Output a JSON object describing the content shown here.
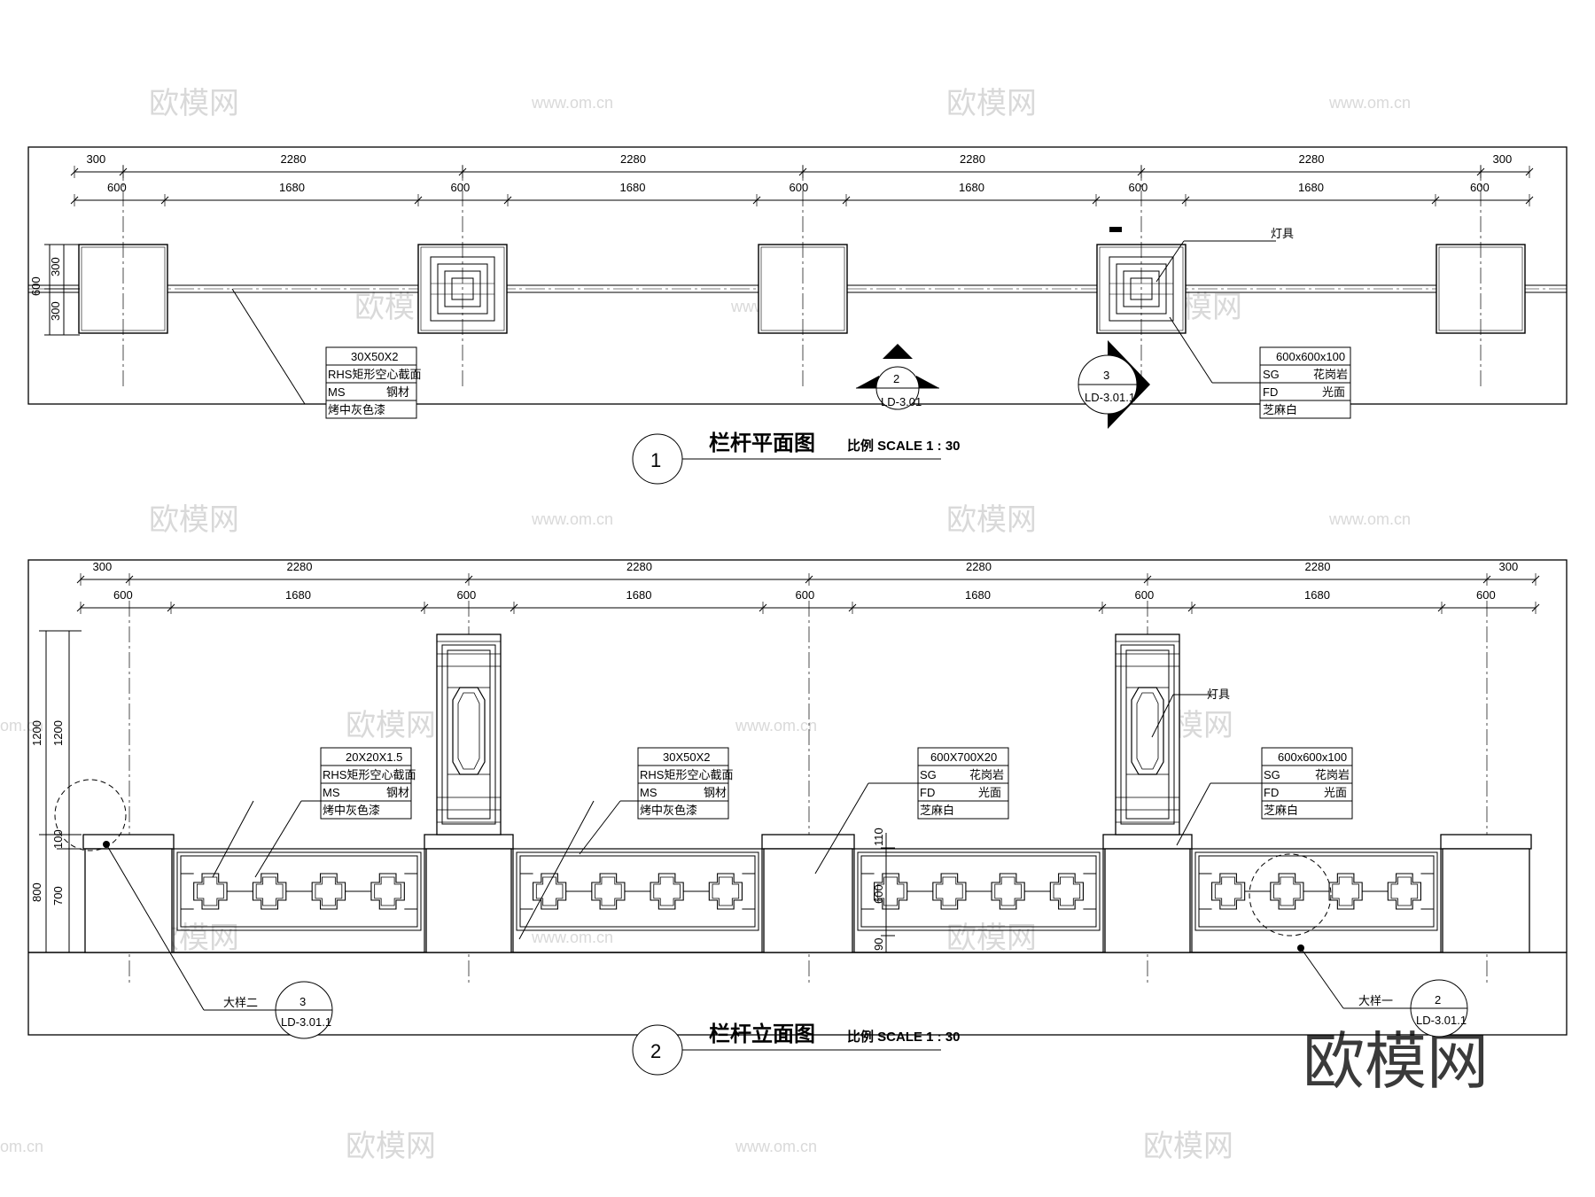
{
  "plan": {
    "dims_top": [
      "300",
      "2280",
      "2280",
      "2280",
      "2280",
      "300"
    ],
    "dims_sub": [
      "600",
      "1680",
      "600",
      "1680",
      "600",
      "1680",
      "600",
      "1680",
      "600"
    ],
    "dims_left": [
      "600",
      "300",
      "300"
    ],
    "title_num": "1",
    "title": "栏杆平面图",
    "scale": "比例 SCALE 1 : 30",
    "lamp": "灯具",
    "rail_tag": [
      "30X50X2",
      "RHS矩形空心截面",
      "MS",
      "钢材",
      "烤中灰色漆"
    ],
    "stone_tag": [
      "600x600x100",
      "SG",
      "花岗岩",
      "FD",
      "光面",
      "芝麻白"
    ],
    "sec_a": {
      "num": "2",
      "ref": "LD-3.01"
    },
    "sec_b": {
      "num": "3",
      "ref": "LD-3.01.1"
    }
  },
  "elev": {
    "dims_top": [
      "300",
      "2280",
      "2280",
      "2280",
      "2280",
      "300"
    ],
    "dims_sub": [
      "600",
      "1680",
      "600",
      "1680",
      "600",
      "1680",
      "600",
      "1680",
      "600"
    ],
    "dims_left": [
      "1200",
      "1200",
      "100",
      "800",
      "700"
    ],
    "dims_inner": [
      "110",
      "600",
      "90"
    ],
    "title_num": "2",
    "title": "栏杆立面图",
    "scale": "比例 SCALE 1 : 30",
    "lamp": "灯具",
    "tag1": [
      "20X20X1.5",
      "RHS矩形空心截面",
      "MS",
      "钢材",
      "烤中灰色漆"
    ],
    "tag2": [
      "30X50X2",
      "RHS矩形空心截面",
      "MS",
      "钢材",
      "烤中灰色漆"
    ],
    "tag3": [
      "600X700X20",
      "SG",
      "花岗岩",
      "FD",
      "光面",
      "芝麻白"
    ],
    "tag4": [
      "600x600x100",
      "SG",
      "花岗岩",
      "FD",
      "光面",
      "芝麻白"
    ],
    "detail2": {
      "label": "大样二",
      "num": "3",
      "ref": "LD-3.01.1"
    },
    "detail1": {
      "label": "大样一",
      "num": "2",
      "ref": "LD-3.01.1"
    }
  },
  "watermark": {
    "brand": "欧模网",
    "url": "www.om.cn",
    "short": "om.cn"
  }
}
